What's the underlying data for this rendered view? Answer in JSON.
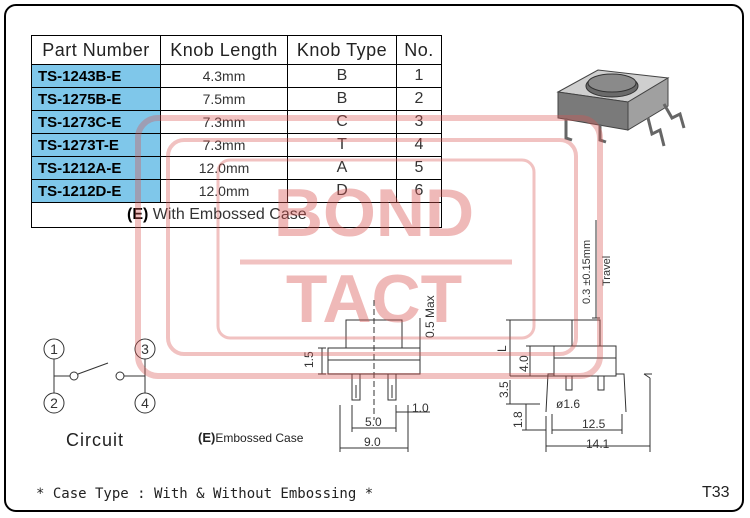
{
  "table": {
    "headers": [
      "Part Number",
      "Knob Length",
      "Knob Type",
      "No."
    ],
    "rows": [
      {
        "part": "TS-1243B-E",
        "length": "4.3mm",
        "type": "B",
        "no": "1"
      },
      {
        "part": "TS-1275B-E",
        "length": "7.5mm",
        "type": "B",
        "no": "2"
      },
      {
        "part": "TS-1273C-E",
        "length": "7.3mm",
        "type": "C",
        "no": "3"
      },
      {
        "part": "TS-1273T-E",
        "length": "7.3mm",
        "type": "T",
        "no": "4"
      },
      {
        "part": "TS-1212A-E",
        "length": "12.0mm",
        "type": "A",
        "no": "5"
      },
      {
        "part": "TS-1212D-E",
        "length": "12.0mm",
        "type": "D",
        "no": "6"
      }
    ],
    "note_code": "(E)",
    "note_text": " With Embossed Case"
  },
  "watermark": {
    "line1": "BOND",
    "line2": "TACT"
  },
  "circuit": {
    "label": "Circuit",
    "terminals": [
      "1",
      "2",
      "3",
      "4"
    ]
  },
  "dimensions": {
    "left_view": {
      "max_height": "0.5 Max",
      "height_1": "1.5",
      "pin_offset": "1.0",
      "pitch": "5.0",
      "width": "9.0",
      "embossed_code": "(E)",
      "embossed_text": "Embossed Case"
    },
    "right_view": {
      "travel": "0.3 ±0.15mm",
      "travel_label": "Travel",
      "knob": "L",
      "body_height": "4.0",
      "base_height": "3.5",
      "pin_length": "1.8",
      "pin_dia": "ø1.6",
      "pin_span": "12.5",
      "total_width": "14.1"
    }
  },
  "footer": {
    "note": "* Case Type : With & Without Embossing *",
    "page_code": "T33"
  },
  "colors": {
    "part_cell": "#7fc7ea",
    "watermark": "#d9534f"
  }
}
